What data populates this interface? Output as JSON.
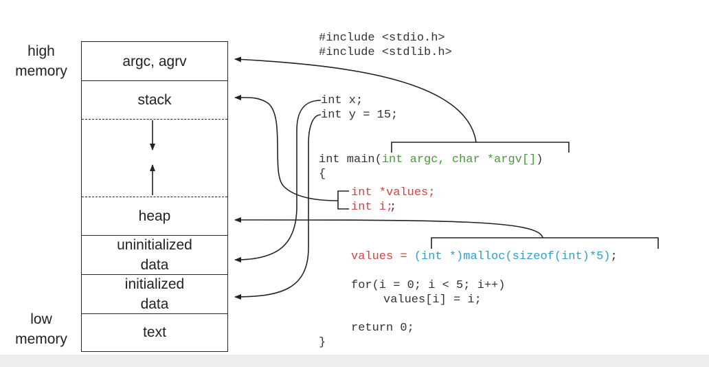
{
  "labels": {
    "high": [
      "high",
      "memory"
    ],
    "low": [
      "low",
      "memory"
    ]
  },
  "segments": {
    "args": "argc, agrv",
    "stack": "stack",
    "heap": "heap",
    "uninit": [
      "uninitialized",
      "data"
    ],
    "init": [
      "initialized",
      "data"
    ],
    "text": "text"
  },
  "code": {
    "include1": "#include <stdio.h>",
    "include2": "#include <stdlib.h>",
    "int_x": "int x;",
    "int_y": "int y = 15;",
    "main_prefix": "int main(",
    "main_args": "int argc, char *argv[]",
    "main_suffix": ")",
    "open_brace": "{",
    "local_values": "int *values;",
    "local_i": "int i;",
    "assign_lhs": "values = ",
    "assign_rhs": "(int *)malloc(sizeof(int)*5)",
    "assign_end": ";",
    "for_line": "for(i = 0; i < 5; i++)",
    "body_line": "values[i] = i;",
    "return_line": "return 0;",
    "close_brace": "}"
  },
  "colors": {
    "line": "#222222",
    "local": "#d94040",
    "args": "#4a9a3a",
    "malloc": "#2a9fd0"
  }
}
